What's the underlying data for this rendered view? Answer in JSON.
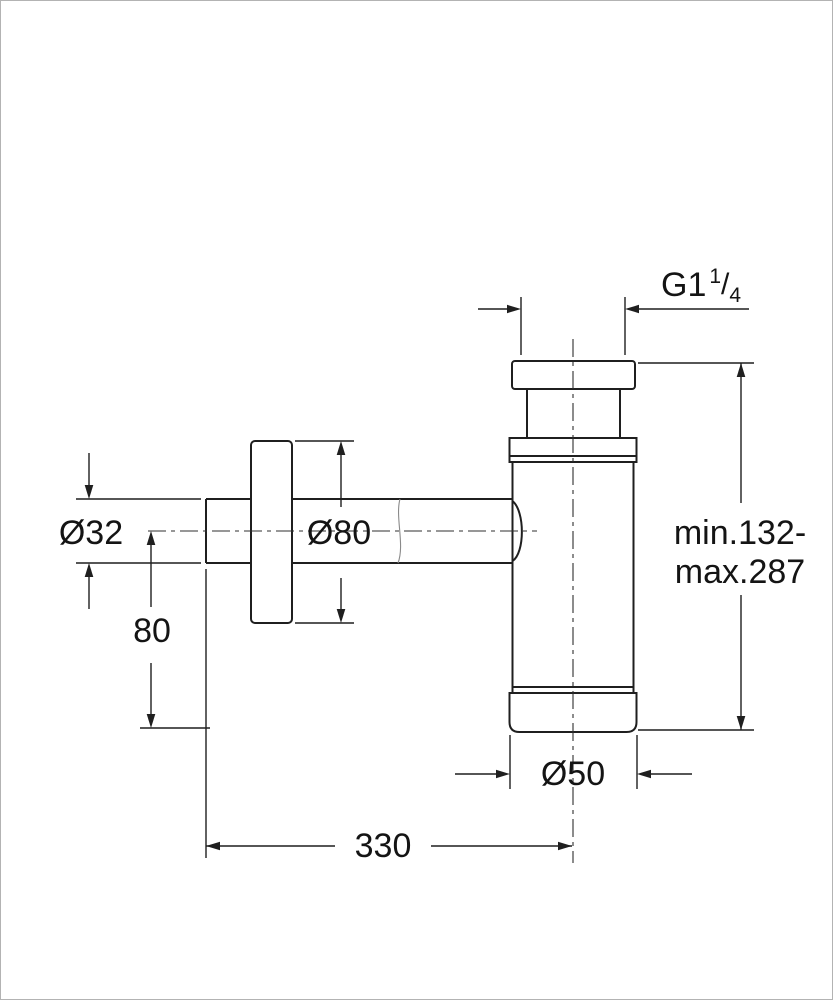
{
  "drawing": {
    "labels": {
      "thread": {
        "prefix": "G1",
        "sup": "1",
        "slash": "/",
        "sub": "4"
      },
      "pipe_diameter": "Ø32",
      "rosette_diameter": "Ø80",
      "offset_height": "80",
      "height_range_line1": "min.132-",
      "height_range_line2": "max.287",
      "body_diameter": "Ø50",
      "length": "330"
    },
    "colors": {
      "line": "#1f1f1f",
      "text": "#141414",
      "background": "#ffffff",
      "frame": "#b3b3b3"
    }
  }
}
